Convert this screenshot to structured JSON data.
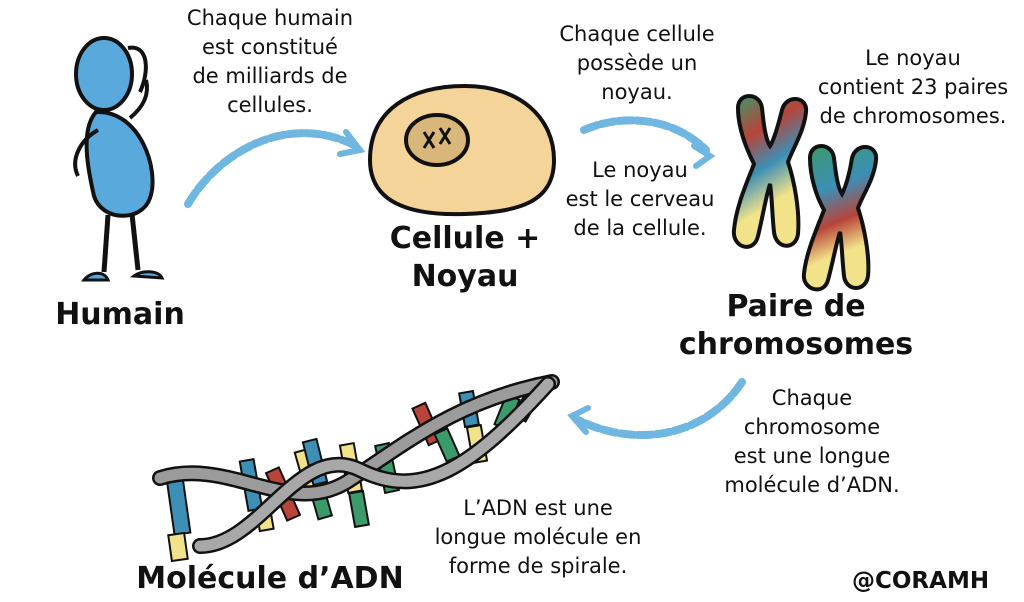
{
  "captions": {
    "humain": [
      "Chaque humain",
      "est constitué",
      "de milliards de",
      "cellules."
    ],
    "cellule": [
      "Chaque cellule",
      "possède un",
      "noyau."
    ],
    "cerveau": [
      "Le noyau",
      "est le cerveau",
      "de la cellule."
    ],
    "noyau": [
      "Le noyau",
      "contient 23 paires",
      "de chromosomes."
    ],
    "chromosome": [
      "Chaque",
      "chromosome",
      "est une longue",
      "molécule d’ADN."
    ],
    "adn": [
      "L’ADN est une",
      "longue molécule en",
      "forme de spirale."
    ]
  },
  "labels": {
    "humain": "Humain",
    "cellule": [
      "Cellule +",
      "Noyau"
    ],
    "chromosomes": [
      "Paire de",
      "chromosomes"
    ],
    "adn": "Molécule d’ADN"
  },
  "credit": "@CORAMH",
  "colors": {
    "figure_blue": "#5aa9dc",
    "cell_fill": "#f5d49a",
    "nucleus_fill": "#d9b77a",
    "arrow_blue": "#6fb6e0",
    "chromo_red": "#b8443a",
    "chromo_green": "#3a9a6a",
    "chromo_blue": "#3c8fb5",
    "chromo_yellow": "#f2e28a",
    "dna_gray": "#9b9b9b"
  },
  "icons": [
    "human-figure-icon",
    "cell-icon",
    "chromosome-pair-icon",
    "dna-helix-icon",
    "swoosh-arrow-icon"
  ]
}
